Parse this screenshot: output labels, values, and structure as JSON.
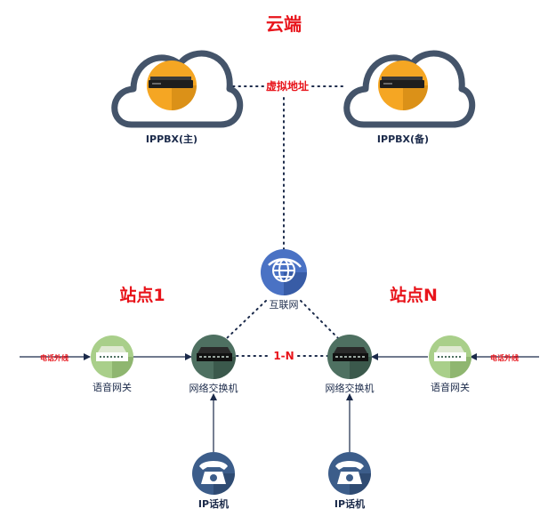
{
  "title": "云端",
  "cloud_left_label": "IPPBX(主)",
  "cloud_right_label": "IPPBX(备)",
  "virtual_address": "虚拟地址",
  "internet_label": "互联网",
  "site1_label": "站点1",
  "siteN_label": "站点N",
  "link_label": "1-N",
  "gateway_left_label": "语音网关",
  "gateway_right_label": "语音网关",
  "switch_left_label": "网络交换机",
  "switch_right_label": "网络交换机",
  "phone_left_label": "IP话机",
  "phone_right_label": "IP话机",
  "pstn_left_label": "电话外线",
  "pstn_right_label": "电话外线",
  "colors": {
    "accent_red": "#e8141b",
    "navy": "#1b2a4a",
    "cloud_stroke": "#44546a",
    "pbx_orange": "#f5a623",
    "gateway_green": "#a9cf8a",
    "switch_green": "#4e7061",
    "phone_blue": "#3c5d8a",
    "globe_blue": "#4a72c4"
  },
  "icons": {
    "pbx": "server-box-icon",
    "internet": "globe-icon",
    "gateway": "gateway-box-icon",
    "switch": "network-switch-icon",
    "phone": "telephone-icon"
  }
}
